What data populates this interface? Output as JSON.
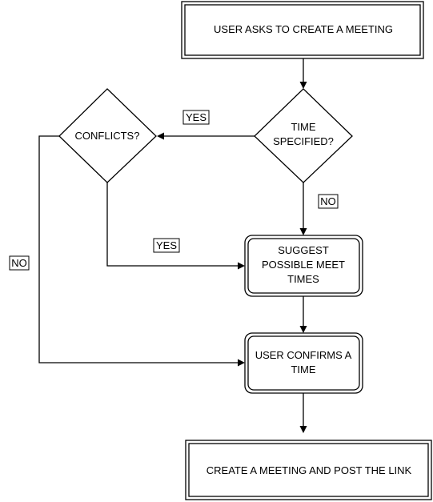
{
  "nodes": {
    "start": {
      "shape": "process",
      "lines": [
        "USER ASKS TO CREATE A MEETING"
      ]
    },
    "time_specified": {
      "shape": "decision",
      "lines": [
        "TIME",
        "SPECIFIED?"
      ]
    },
    "conflicts": {
      "shape": "decision",
      "lines": [
        "CONFLICTS?"
      ]
    },
    "suggest": {
      "shape": "rounded-process",
      "lines": [
        "SUGGEST",
        "POSSIBLE MEET",
        "TIMES"
      ]
    },
    "confirm": {
      "shape": "rounded-process",
      "lines": [
        "USER CONFIRMS A",
        "TIME"
      ]
    },
    "create": {
      "shape": "process",
      "lines": [
        "CREATE A MEETING AND POST THE LINK"
      ]
    }
  },
  "edges": [
    {
      "from": "start",
      "to": "time_specified",
      "label": ""
    },
    {
      "from": "time_specified",
      "to": "conflicts",
      "label": "YES"
    },
    {
      "from": "time_specified",
      "to": "suggest",
      "label": "NO"
    },
    {
      "from": "conflicts",
      "to": "suggest",
      "label": "YES"
    },
    {
      "from": "conflicts",
      "to": "confirm",
      "label": "NO"
    },
    {
      "from": "suggest",
      "to": "confirm",
      "label": ""
    },
    {
      "from": "confirm",
      "to": "create",
      "label": ""
    }
  ]
}
